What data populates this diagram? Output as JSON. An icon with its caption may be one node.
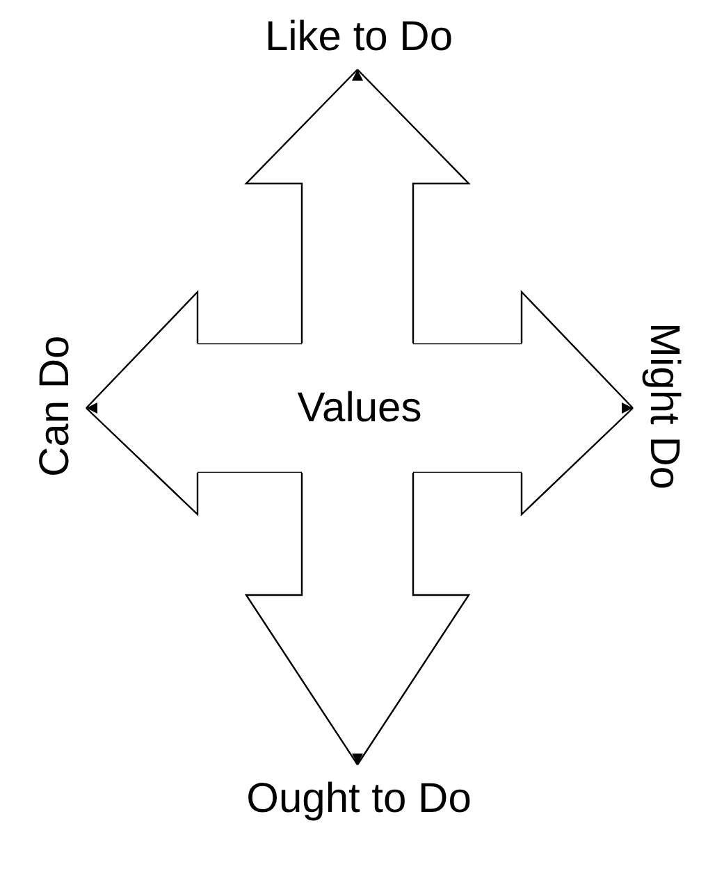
{
  "diagram": {
    "nodes": [
      {
        "text": [
          "Values"
        ]
      },
      {
        "text": [
          "Like to Do"
        ]
      },
      {
        "text": [
          "Can Do"
        ]
      },
      {
        "text": [
          "Might Do"
        ]
      },
      {
        "text": [
          "Ought to Do"
        ]
      }
    ],
    "edges": [
      {
        "from": 0,
        "to": 1,
        "arrow": "to"
      },
      {
        "from": 0,
        "to": 2,
        "arrow": "to"
      },
      {
        "from": 0,
        "to": 3,
        "arrow": "to"
      },
      {
        "from": 0,
        "to": 4,
        "arrow": "to"
      }
    ]
  }
}
